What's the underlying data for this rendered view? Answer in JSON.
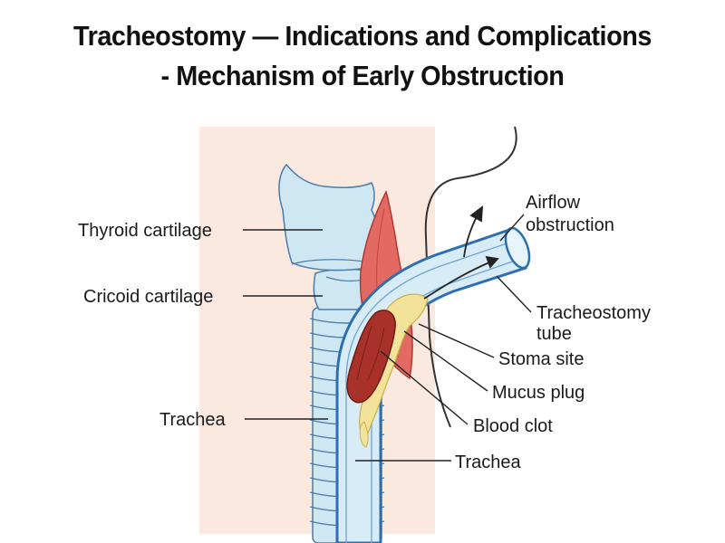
{
  "title": {
    "line1": "Tracheostomy — Indications and Complications",
    "line2": "- Mechanism of Early Obstruction"
  },
  "labels": {
    "thyroid": "Thyroid cartilage",
    "cricoid": "Cricoid cartilage",
    "trachea_left": "Trachea",
    "airflow_1": "Airflow",
    "airflow_2": "obstruction",
    "tube_1": "Tracheostomy",
    "tube_2": "tube",
    "stoma": "Stoma site",
    "mucus": "Mucus plug",
    "clot": "Blood clot",
    "trachea_right": "Trachea"
  },
  "colors": {
    "skin": "#fbe9e0",
    "cartilage": "#cfe6f3",
    "tube": "#d8ecf8",
    "tube_outline": "#2e6fb0",
    "mucus": "#f2e29a",
    "clot": "#a8322a",
    "tissue": "#e36a62"
  }
}
